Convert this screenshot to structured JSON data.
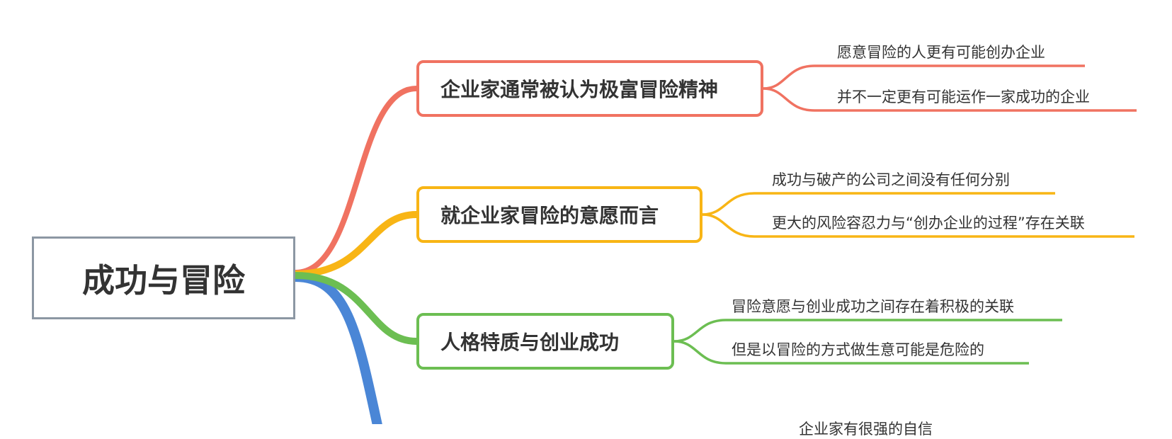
{
  "root": {
    "label": "成功与冒险"
  },
  "branches": [
    {
      "label": "企业家通常被认为极富冒险精神",
      "color": "#f07261",
      "items": [
        "愿意冒险的人更有可能创办企业",
        "并不一定更有可能运作一家成功的企业"
      ]
    },
    {
      "label": "就企业家冒险的意愿而言",
      "color": "#f8b515",
      "items": [
        "成功与破产的公司之间没有任何分别",
        "更大的风险容忍力与“创办企业的过程”存在关联"
      ]
    },
    {
      "label": "人格特质与创业成功",
      "color": "#6cbe52",
      "items": [
        "冒险意愿与创业成功之间存在着积极的关联",
        "但是以冒险的方式做生意可能是危险的"
      ]
    },
    {
      "color": "#4a86d6",
      "items": [
        "企业家有很强的自信"
      ]
    }
  ]
}
